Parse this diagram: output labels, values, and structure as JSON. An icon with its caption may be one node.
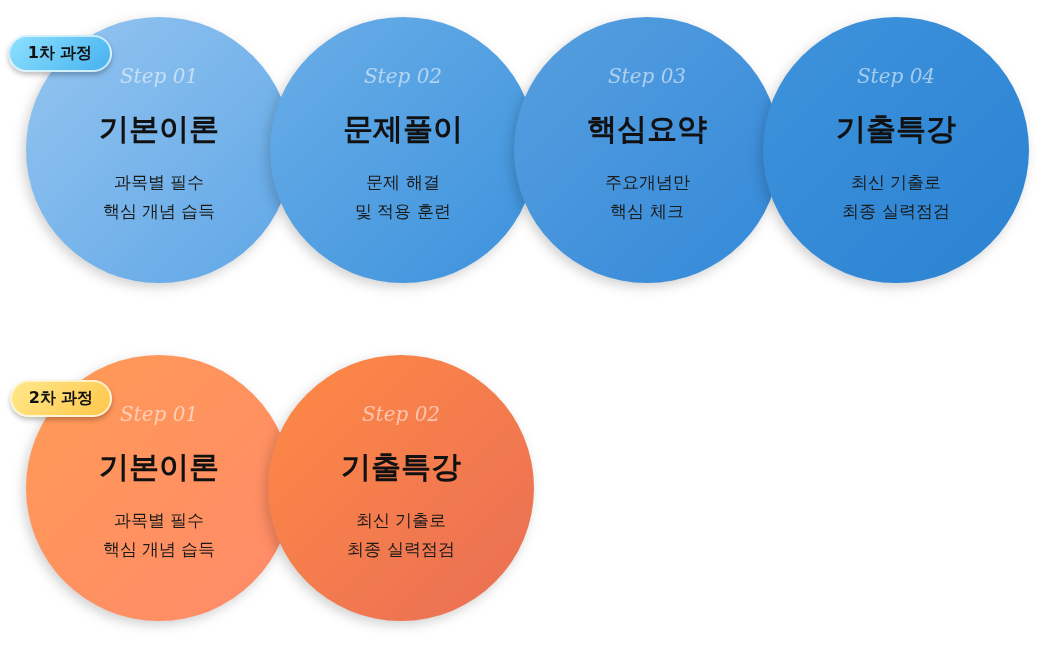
{
  "diagram": {
    "nodes": [
      {
        "text": [
          "1차 과정"
        ]
      },
      {
        "text": [
          "Step 01",
          "기본이론",
          "과목별 필수 핵심 개념 습득"
        ]
      },
      {
        "text": [
          "Step 02",
          "문제풀이",
          "문제 해결 및 적용 훈련"
        ]
      },
      {
        "text": [
          "Step 03",
          "핵심요약",
          "주요개념만 핵심 체크"
        ]
      },
      {
        "text": [
          "Step 04",
          "기출특강",
          "최신 기출로 최종 실력점검"
        ]
      },
      {
        "text": [
          "2차 과정"
        ]
      },
      {
        "text": [
          "Step 01",
          "기본이론",
          "과목별 필수 핵심 개념 습득"
        ]
      },
      {
        "text": [
          "Step 02",
          "기출특강",
          "최신 기출로 최종 실력점검"
        ]
      }
    ]
  }
}
